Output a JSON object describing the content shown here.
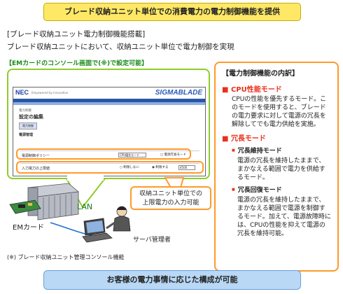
{
  "header": {
    "banner": "ブレード収納ユニット単位での消費電力の電力制御機能を提供",
    "section_heading": "[ブレード収納ユニット電力制御機能搭載]",
    "section_desc": "ブレード収納ユニットにおいて、収納ユニット単位で電力制御を実現"
  },
  "console": {
    "note": "【EMカードのコンソール画面で(※)で設定可能】",
    "brand_left": "NEC",
    "brand_tag": "Empowered by Innovation",
    "brand_right": "SIGMABLADE",
    "crumb": "電力制御",
    "title": "設定の編集",
    "tab": "電力制御",
    "section": "電源管理",
    "row1_label": "電源制御ポリシー",
    "row1_select": "CPU優先モード",
    "row1_check": "□ 電源冗長モード",
    "row2_label": "入力電力の上限値",
    "row2_opt1": "○ 制限しない",
    "row2_opt2": "◉ 制限する",
    "row2_value": "4500"
  },
  "callout": {
    "line1": "収納ユニット単位での",
    "line2": "上限電力の入力可能"
  },
  "panel": {
    "title": "【電力制御機能の内訳】",
    "cpu_mode": "CPU性能モード",
    "cpu_desc": "CPUの性能を優先するモード。このモードを使用すると、ブレードの電力要求に対して電源の冗長を解除してでも電力供給を実施。",
    "redundancy_mode": "冗長モード",
    "keep_title": "冗長維持モード",
    "keep_desc": "電源の冗長を維持したままで、まかなえる範囲で電力を供給するモード。",
    "restore_title": "冗長回復モード",
    "restore_desc": "電源の冗長を維持したままで、まかなえる範囲で電源を制御するモード。加えて、電源故障時には、CPUの性能を抑えて電源の冗長を維持可能。"
  },
  "labels": {
    "em_card": "EMカード",
    "lan": "LAN",
    "admin": "サーバ管理者",
    "footnote": "(※) ブレード収納ユニット管理コンソール機能"
  },
  "footer": {
    "banner": "お客様の電力事情に応じた構成が可能"
  },
  "colors": {
    "accent_orange": "#ff9a2b",
    "console_green": "#8fcc2a",
    "mode_red": "#e8301c",
    "top_banner": "#ffe866",
    "bottom_banner": "#b8d8f5"
  }
}
